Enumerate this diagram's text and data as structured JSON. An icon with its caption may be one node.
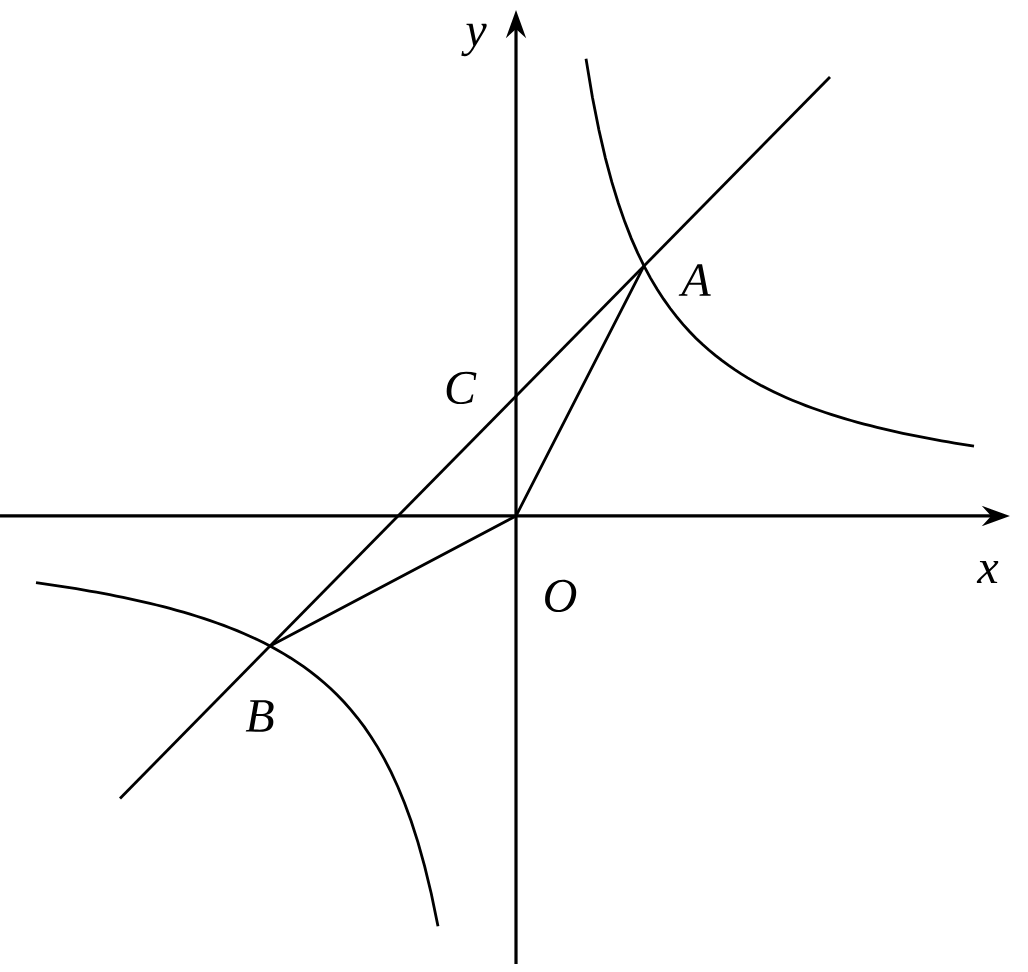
{
  "diagram": {
    "labels": [
      "y",
      "A",
      "C",
      "x",
      "O",
      "B"
    ]
  }
}
